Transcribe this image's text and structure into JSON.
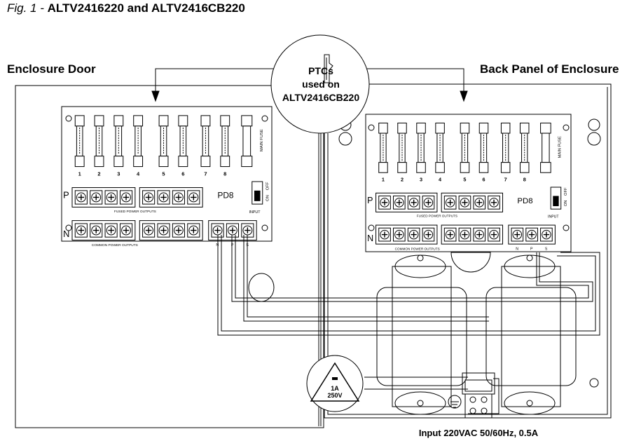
{
  "caption": {
    "fig_label": "Fig. 1 - ",
    "title": "ALTV2416220 and ALTV2416CB220"
  },
  "labels": {
    "enclosure_door": "Enclosure Door",
    "back_panel": "Back Panel of Enclosure",
    "ptc_line1": "PTCs",
    "ptc_line2": "used on",
    "ptc_line3": "ALTV2416CB220",
    "input_power": "Input 220VAC 50/60Hz, 0.5A"
  },
  "board": {
    "model": "PD8",
    "fuse_numbers": [
      "1",
      "2",
      "3",
      "4",
      "5",
      "6",
      "7",
      "8"
    ],
    "main_fuse": "MAIN FUSE",
    "p_label": "P",
    "n_label": "N",
    "fused_outputs": "FUSED POWER OUTPUTS",
    "common_outputs": "COMMON POWER OUTPUTS",
    "input_label": "INPUT",
    "switch_on": "ON",
    "switch_off": "OFF",
    "terminal_n": "N",
    "terminal_p": "P",
    "terminal_s": "S"
  },
  "fuse_rating": {
    "current": "1A",
    "voltage": "250V"
  }
}
